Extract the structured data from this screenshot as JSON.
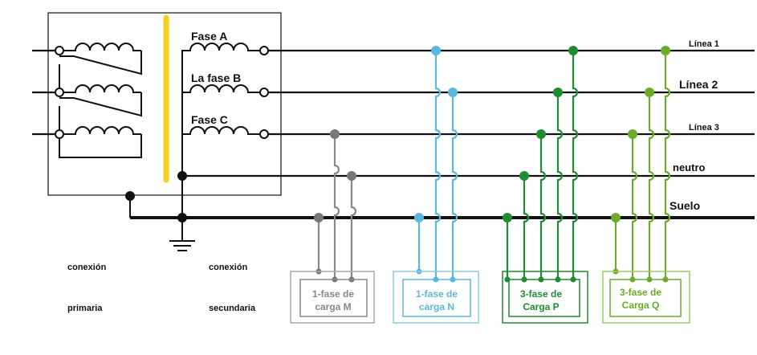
{
  "transformer": {
    "phase_labels": [
      "Fase A",
      "La fase B",
      "Fase C"
    ],
    "captions": {
      "primary_top": "conexión",
      "primary_bottom": "primaria",
      "secondary_top": "conexión",
      "secondary_bottom": "secundaria"
    }
  },
  "lines": {
    "line1": "Línea 1",
    "line2": "Línea 2",
    "line3": "Línea 3",
    "neutral": "neutro",
    "ground": "Suelo"
  },
  "loads": [
    {
      "id": "M",
      "line1": "1-fase de",
      "line2": "carga M",
      "color": "#888888"
    },
    {
      "id": "N",
      "line1": "1-fase de",
      "line2": "carga N",
      "color": "#5bb8dd"
    },
    {
      "id": "P",
      "line1": "3-fase de",
      "line2": "Carga P",
      "color": "#1e8c32"
    },
    {
      "id": "Q",
      "line1": "3-fase de",
      "line2": "Carga Q",
      "color": "#6aac2a"
    }
  ],
  "colors": {
    "wire": "#111111",
    "core": "#f2d21a",
    "load_m": "#888888",
    "load_n": "#5bb8dd",
    "load_p": "#1e8c32",
    "load_q": "#6aac2a"
  }
}
